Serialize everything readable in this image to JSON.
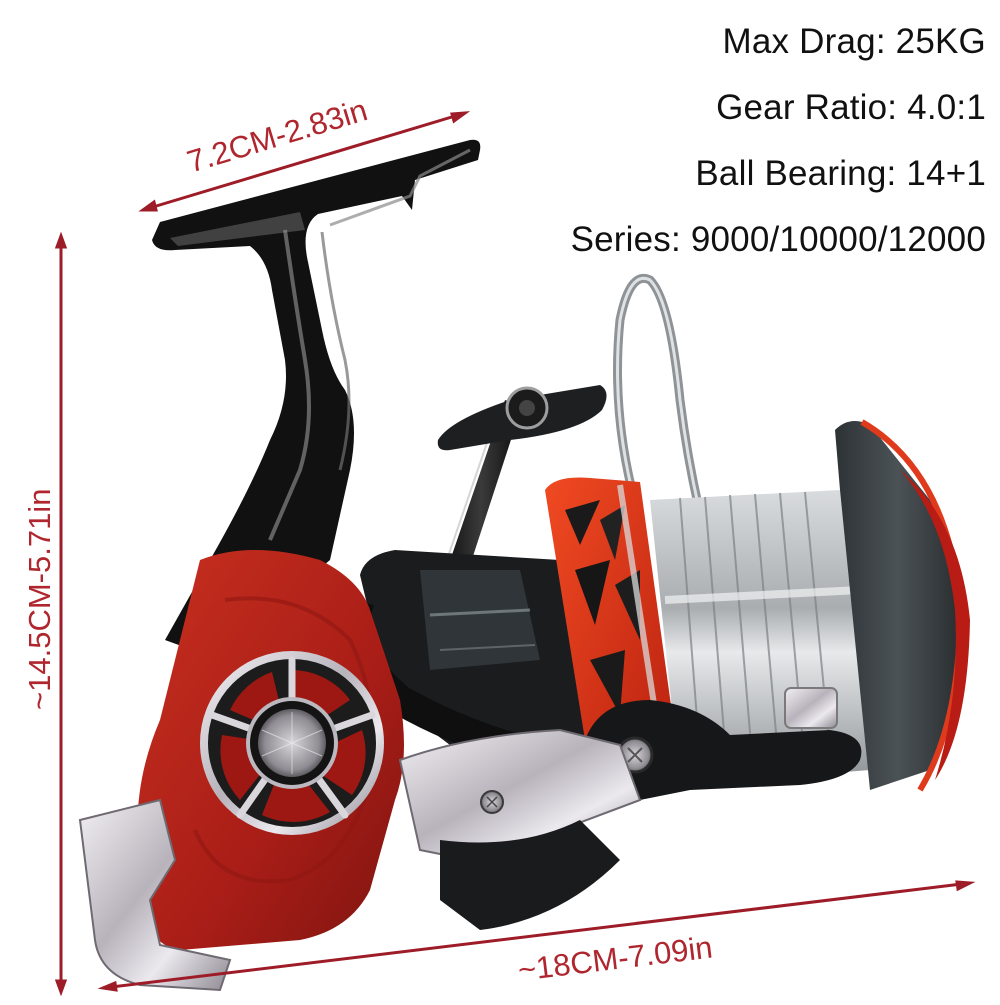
{
  "specs": {
    "max_drag": "Max Drag: 25KG",
    "gear_ratio": "Gear Ratio: 4.0:1",
    "ball_bearing": "Ball Bearing: 14+1",
    "series": "Series: 9000/10000/12000"
  },
  "dimensions": {
    "handle_width": "7.2CM-2.83in",
    "height": "~14.5CM-5.71in",
    "length": "~18CM-7.09in"
  },
  "product": {
    "subject": "spinning-fishing-reel",
    "colors": {
      "body_red": "#b3231c",
      "chrome": "#c9c6cc",
      "black": "#151515",
      "spool_silver": "#b9bcbf",
      "spool_dark": "#3b4144",
      "accent_orange": "#e0361a",
      "dimension_line": "#9e1c28",
      "dimension_text": "#b0262e",
      "spec_text": "#111111"
    }
  }
}
